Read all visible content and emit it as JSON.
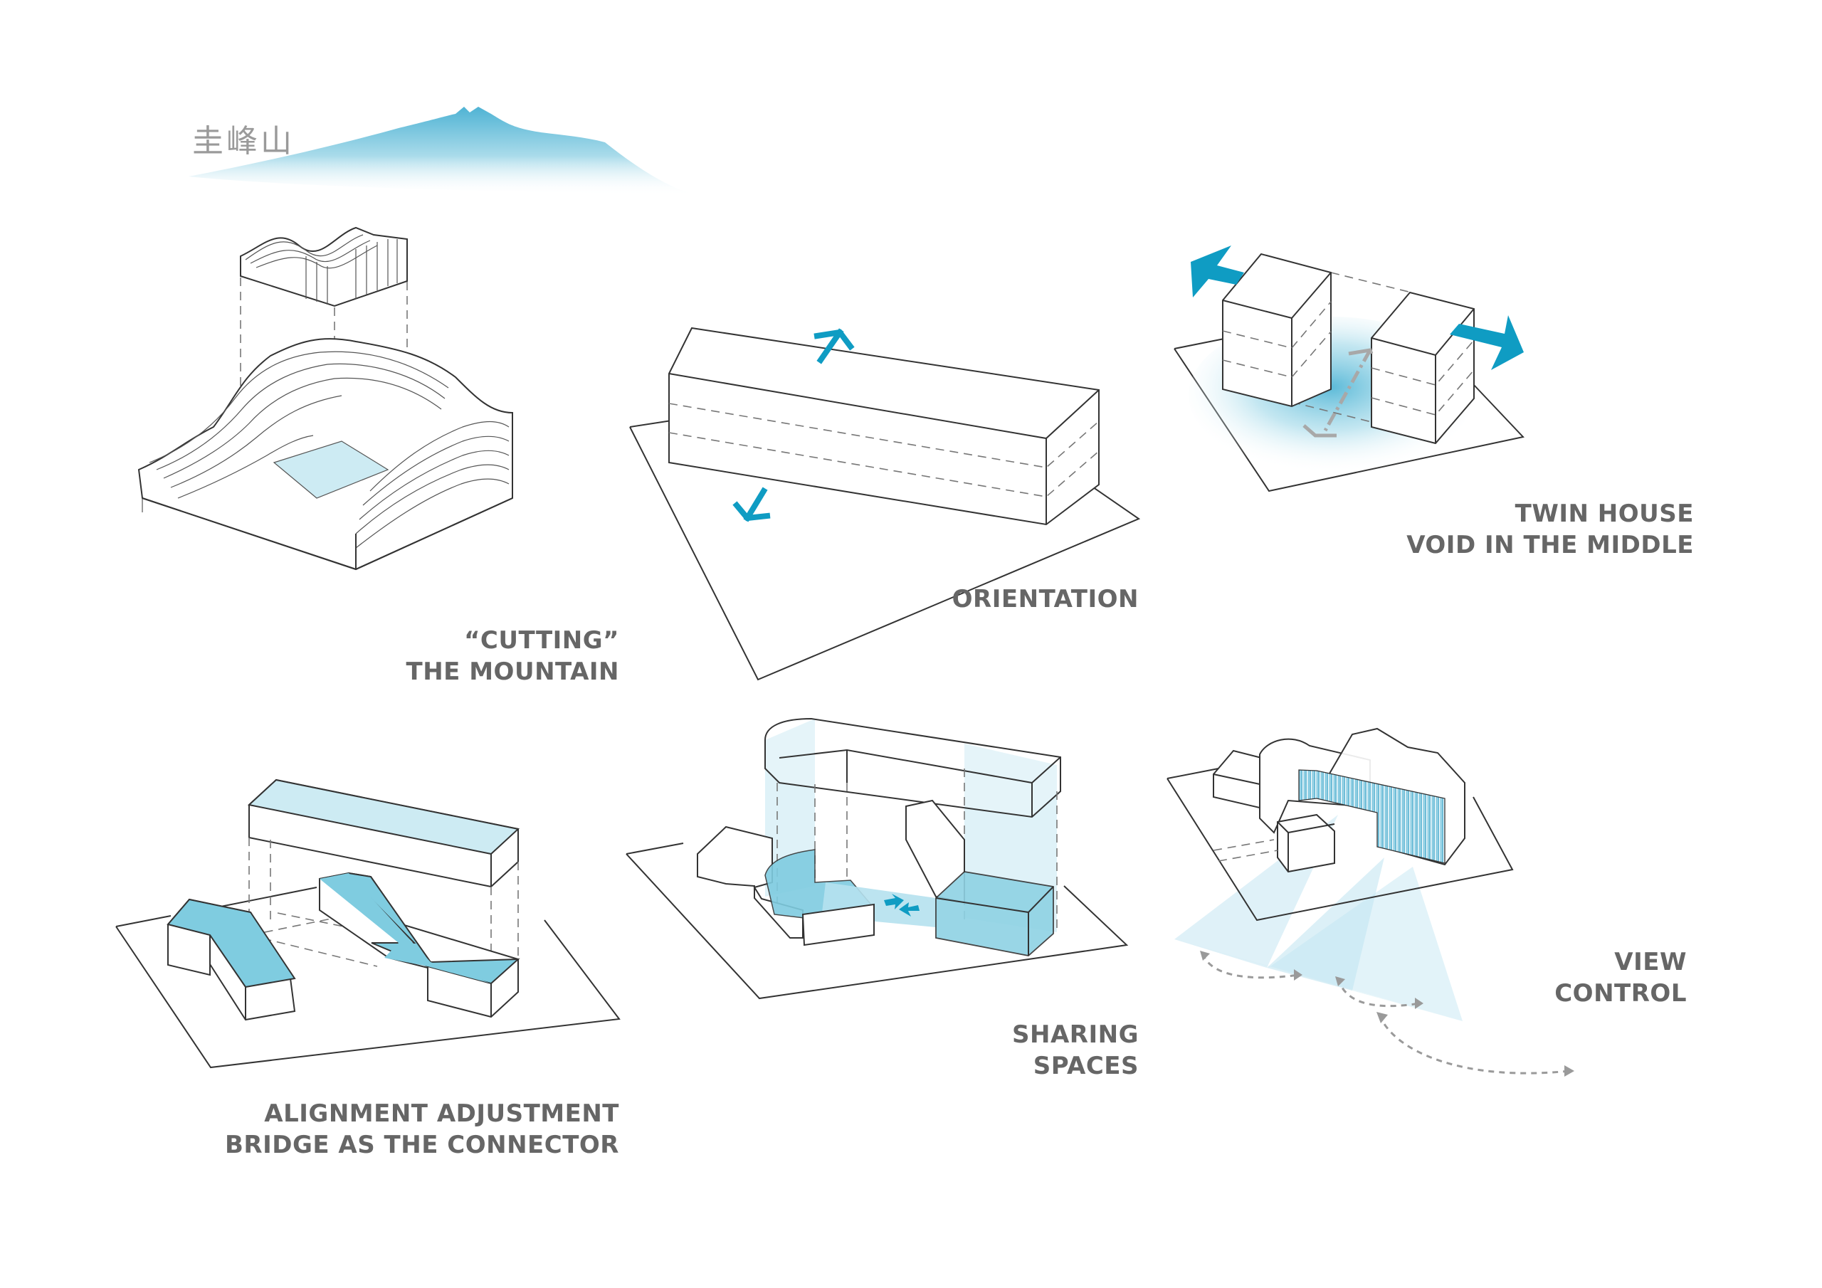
{
  "header": {
    "mountain_caption": "圭峰山"
  },
  "colors": {
    "accent_blue": "#0f9cc3",
    "light_blue": "#cdebf3",
    "mid_blue": "#7fcce0",
    "label_gray": "#666666",
    "line": "#333333"
  },
  "panels": [
    {
      "id": "cutting",
      "lines": [
        "“CUTTING”",
        "THE MOUNTAIN"
      ]
    },
    {
      "id": "orientation",
      "lines": [
        "ORIENTATION"
      ]
    },
    {
      "id": "twin-house",
      "lines": [
        "TWIN HOUSE",
        "VOID IN THE MIDDLE"
      ]
    },
    {
      "id": "alignment",
      "lines": [
        "ALIGNMENT ADJUSTMENT",
        "BRIDGE AS THE CONNECTOR"
      ]
    },
    {
      "id": "sharing",
      "lines": [
        "SHARING",
        "SPACES"
      ]
    },
    {
      "id": "view-control",
      "lines": [
        "VIEW",
        "CONTROL"
      ]
    }
  ]
}
